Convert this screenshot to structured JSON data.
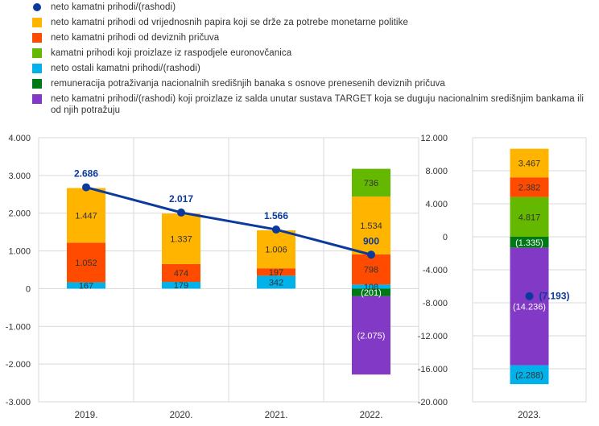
{
  "legend": [
    {
      "key": "net",
      "label": "neto kamatni prihodi/(rashodi)",
      "color": "#0b3a9c",
      "shape": "circle"
    },
    {
      "key": "mp",
      "label": "neto kamatni prihodi od vrijednosnih papira koji se drže za potrebe monetarne politike",
      "color": "#ffb400",
      "shape": "square"
    },
    {
      "key": "fx",
      "label": "neto kamatni prihodi od deviznih pričuva",
      "color": "#ff4b00",
      "shape": "square"
    },
    {
      "key": "bn",
      "label": "kamatni prihodi koji proizlaze iz raspodjele euronovčanica",
      "color": "#65b800",
      "shape": "square"
    },
    {
      "key": "oth",
      "label": "neto ostali kamatni prihodi/(rashodi)",
      "color": "#00b1ea",
      "shape": "square"
    },
    {
      "key": "rem",
      "label": "remuneracija potraživanja nacionalnih središnjih banaka s osnove prenesenih deviznih pričuva",
      "color": "#007816",
      "shape": "square"
    },
    {
      "key": "tgt",
      "label": "neto kamatni prihodi/(rashodi) koji proizlaze iz salda unutar sustava TARGET koja se duguju nacionalnim središnjim bankama ili od njih potražuju",
      "color": "#8139c6",
      "shape": "square"
    }
  ],
  "chart_data": [
    {
      "type": "bar",
      "stacked": true,
      "categories": [
        "2019.",
        "2020.",
        "2021.",
        "2022."
      ],
      "ylim": [
        -3000,
        4000
      ],
      "yticks": [
        -3000,
        -2000,
        -1000,
        0,
        1000,
        2000,
        3000,
        4000
      ],
      "ytick_labels": [
        "-3.000",
        "-2.000",
        "-1.000",
        "0",
        "1.000",
        "2.000",
        "3.000",
        "4.000"
      ],
      "grid": true,
      "series": [
        {
          "key": "oth",
          "values": [
            167,
            179,
            342,
            108
          ],
          "labels": [
            "167",
            "179",
            "342",
            "108"
          ]
        },
        {
          "key": "fx",
          "values": [
            1052,
            474,
            197,
            798
          ],
          "labels": [
            "1.052",
            "474",
            "197",
            "798"
          ]
        },
        {
          "key": "mp",
          "values": [
            1447,
            1337,
            1006,
            1534
          ],
          "labels": [
            "1.447",
            "1.337",
            "1.006",
            "1.534"
          ]
        },
        {
          "key": "bn",
          "values": [
            0,
            0,
            0,
            736
          ],
          "labels": [
            "",
            "",
            "",
            "736"
          ]
        },
        {
          "key": "rem",
          "values": [
            0,
            0,
            0,
            -201
          ],
          "labels": [
            "",
            "",
            "",
            "(201)"
          ]
        },
        {
          "key": "tgt",
          "values": [
            0,
            0,
            0,
            -2075
          ],
          "labels": [
            "",
            "",
            "",
            "(2.075)"
          ]
        }
      ],
      "line": {
        "key": "net",
        "values": [
          2686,
          2017,
          1566,
          900
        ],
        "labels": [
          "2.686",
          "2.017",
          "1.566",
          "900"
        ]
      }
    },
    {
      "type": "bar",
      "stacked": true,
      "categories": [
        "2023."
      ],
      "ylim": [
        -20000,
        12000
      ],
      "yticks": [
        -20000,
        -16000,
        -12000,
        -8000,
        -4000,
        0,
        4000,
        8000,
        12000
      ],
      "ytick_labels": [
        "-20.000",
        "-16.000",
        "-12.000",
        "-8.000",
        "-4.000",
        "0",
        "4.000",
        "8.000",
        "12.000"
      ],
      "grid": true,
      "series": [
        {
          "key": "bn",
          "values": [
            4817
          ],
          "labels": [
            "4.817"
          ]
        },
        {
          "key": "fx",
          "values": [
            2382
          ],
          "labels": [
            "2.382"
          ]
        },
        {
          "key": "mp",
          "values": [
            3467
          ],
          "labels": [
            "3.467"
          ]
        },
        {
          "key": "rem",
          "values": [
            -1335
          ],
          "labels": [
            "(1.335)"
          ]
        },
        {
          "key": "tgt",
          "values": [
            -14236
          ],
          "labels": [
            "(14.236)"
          ]
        },
        {
          "key": "oth",
          "values": [
            -2288
          ],
          "labels": [
            "(2.288)"
          ]
        }
      ],
      "line": {
        "key": "net",
        "values": [
          -7193
        ],
        "labels": [
          "(7.193)"
        ]
      }
    }
  ]
}
